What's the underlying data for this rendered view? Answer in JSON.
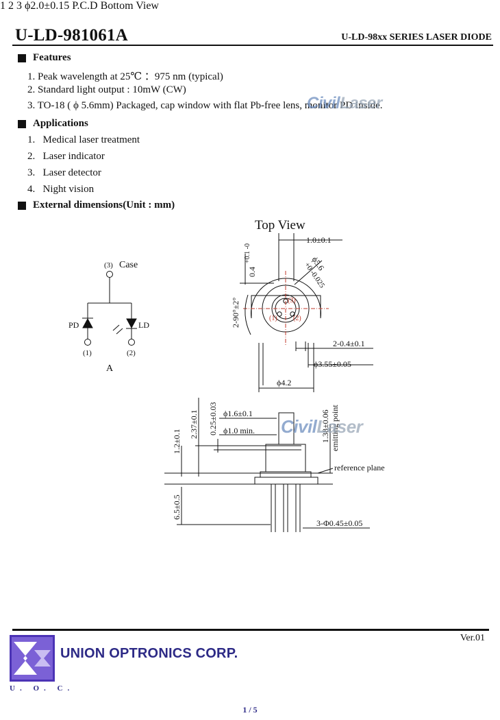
{
  "header": {
    "title": "U-LD-981061A",
    "series": "U-LD-98xx SERIES LASER DIODE"
  },
  "watermark": {
    "part1": "Civil",
    "part2": "Laser"
  },
  "features": {
    "heading": "Features",
    "items": [
      "1. Peak wavelength at 25℃ ：975 nm (typical)",
      "2. Standard light output : 10mW (CW)",
      "3. TO-18 ( ϕ 5.6mm) Packaged, cap window with flat Pb-free lens, monitor PD inside."
    ]
  },
  "applications": {
    "heading": "Applications",
    "items": [
      {
        "num": "1.",
        "text": "Medical laser treatment"
      },
      {
        "num": "2.",
        "text": "Laser indicator"
      },
      {
        "num": "3.",
        "text": "Laser detector"
      },
      {
        "num": "4.",
        "text": "Night vision"
      }
    ]
  },
  "dimensions": {
    "heading": "External dimensions(Unit : mm)",
    "top_view_title": "Top View",
    "bottom_view_title": "Bottom View",
    "circuit": {
      "case_label": "Case",
      "pin3": "(3)",
      "pin1": "(1)",
      "pin2": "(2)",
      "pd": "PD",
      "ld": "LD",
      "type": "A"
    },
    "top": {
      "d_1_0": "1.0±0.1",
      "d_5_6": "ϕ5.6",
      "d_5_6_tol": "+0 -0.025",
      "d_0_4": "0.4",
      "d_0_4_tol": "+0.1 -0",
      "d_angle": "2-90°±2°",
      "d_2_0_4": "2-0.4±0.1",
      "d_3_55": "ϕ3.55±0.05",
      "d_4_2": "ϕ4.2",
      "pin3": "(3)",
      "pin1": "(1)",
      "pin2": "(2)"
    },
    "side": {
      "d_2_37": "2.37±0.1",
      "d_0_25": "0.25±0.03",
      "d_1_2": "1.2±0.1",
      "d_1_6": "ϕ1.6±0.1",
      "d_1_0": "ϕ1.0 min.",
      "d_1_38": "1.38±0.06",
      "emitting": "emitting point",
      "reference": "reference plane",
      "d_6_5": "6.5±0.5",
      "d_pins": "3-Φ0.45±0.05"
    },
    "bottom": {
      "pcd": "ϕ2.0±0.15 P.C.D",
      "n1": "1",
      "n2": "2",
      "n3": "3"
    }
  },
  "footer": {
    "version": "Ver.01",
    "company": "UNION OPTRONICS CORP.",
    "logo_text": "U. O. C.",
    "page": "1 / 5"
  },
  "colors": {
    "brand": "#2d2a86",
    "logo_purple": "#6a4fc4",
    "watermark": "#6f8fc0",
    "center_lines": "#c0392b"
  }
}
